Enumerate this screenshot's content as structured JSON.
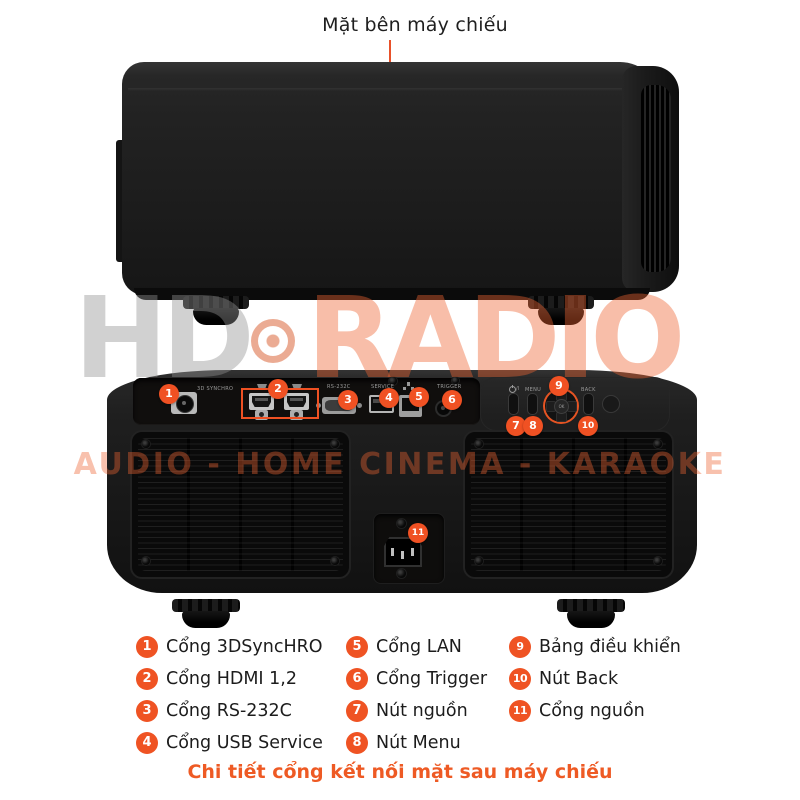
{
  "header": {
    "title": "Mặt bên máy chiếu"
  },
  "footer": {
    "caption": "Chi tiết cổng kết nối mặt sau máy chiếu"
  },
  "watermark": {
    "hd": "HD",
    "radio": "RADIO",
    "tagline": "AUDIO - HOME CINEMA - KARAOKE"
  },
  "colors": {
    "accent_orange": "#ee5a24",
    "badge_orange": "#ef5323",
    "marker_orange": "#f05123",
    "callout_line": "#e8512a",
    "watermark_gray": "#d9d9d9",
    "watermark_orange": "#f2bca3",
    "body_black": "#1e1e1e"
  },
  "rear_panel": {
    "labels": {
      "sync3d": "3D SYNCHRO",
      "rs232": "RS-232C",
      "service": "SERVICE",
      "trigger": "TRIGGER",
      "power": "/I",
      "menu": "MENU",
      "back": "BACK",
      "ok": "OK"
    }
  },
  "legend": {
    "items": [
      {
        "num": "1",
        "label": "Cổng 3DSyncHRO"
      },
      {
        "num": "2",
        "label": "Cổng HDMI 1,2"
      },
      {
        "num": "3",
        "label": "Cổng RS-232C"
      },
      {
        "num": "4",
        "label": "Cổng USB Service"
      },
      {
        "num": "5",
        "label": "Cổng LAN"
      },
      {
        "num": "6",
        "label": "Cổng Trigger"
      },
      {
        "num": "7",
        "label": "Nút nguồn"
      },
      {
        "num": "8",
        "label": "Nút Menu"
      },
      {
        "num": "9",
        "label": "Bảng điều khiển"
      },
      {
        "num": "10",
        "label": "Nút Back"
      },
      {
        "num": "11",
        "label": "Cổng nguồn"
      }
    ]
  }
}
